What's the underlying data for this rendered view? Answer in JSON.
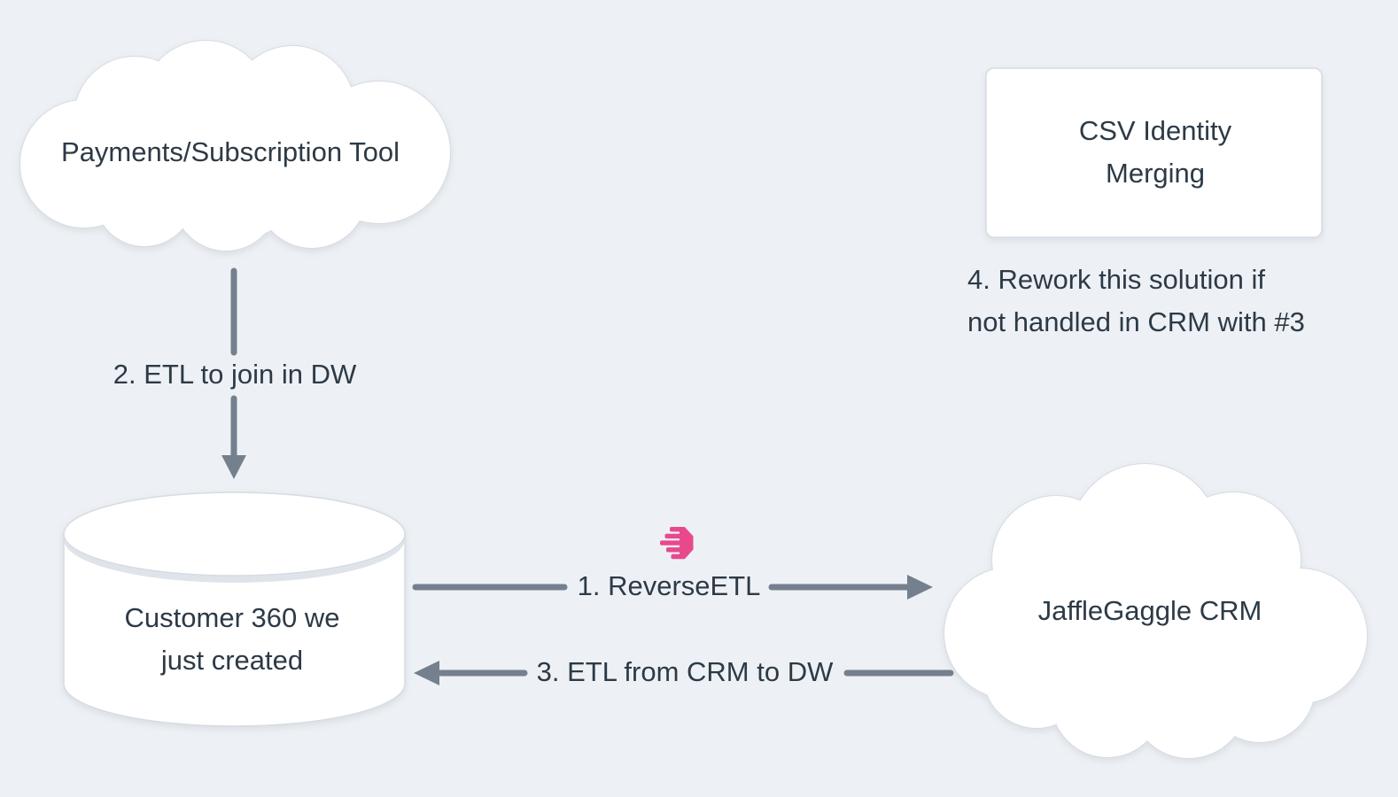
{
  "colors": {
    "bg": "#edf1f5",
    "shape_fill": "#ffffff",
    "shape_border": "#d6dce3",
    "cylinder_shade": "#dfe4ea",
    "arrow": "#75808e",
    "text": "#2d3a46",
    "icon_pink": "#e8498c"
  },
  "nodes": {
    "payments_tool": {
      "label": "Payments/Subscription Tool",
      "shape": "cloud"
    },
    "csv_identity": {
      "label": "CSV Identity Merging",
      "shape": "card"
    },
    "customer_360": {
      "label": "Customer 360 we\njust created",
      "shape": "database-cylinder"
    },
    "jafflegaggle_crm": {
      "label": "JaffleGaggle CRM",
      "shape": "cloud"
    }
  },
  "edges": {
    "reverse_etl": {
      "label": "1. ReverseETL",
      "direction": "right",
      "icon": "pink-striped-hexagon"
    },
    "etl_to_dw": {
      "label": "2. ETL to join in DW",
      "direction": "down"
    },
    "etl_from_crm": {
      "label": "3. ETL from CRM to DW",
      "direction": "left"
    }
  },
  "notes": {
    "rework": {
      "text": "4. Rework this solution if\nnot handled in CRM with #3"
    }
  }
}
